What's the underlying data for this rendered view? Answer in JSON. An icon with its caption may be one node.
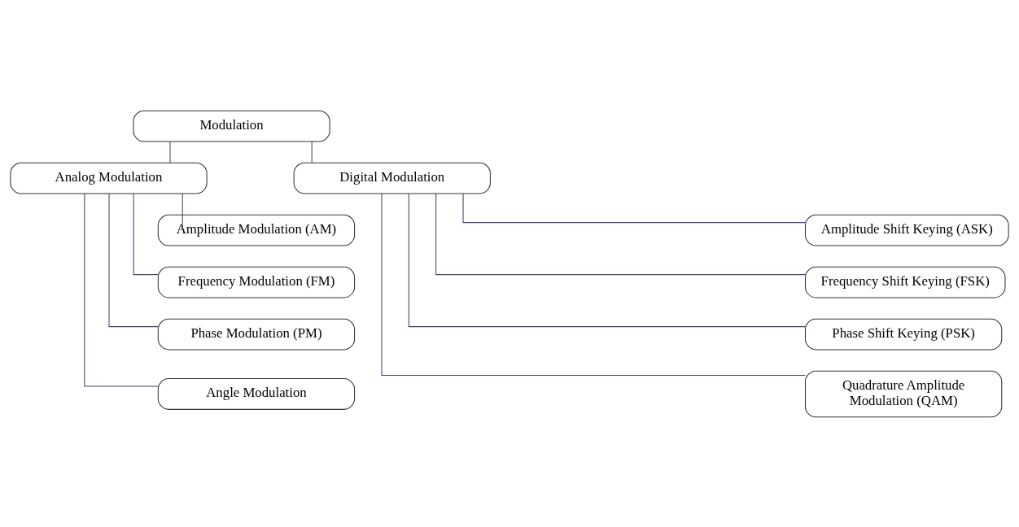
{
  "diagram": {
    "nodes": [
      {
        "text": [
          "Modulation"
        ]
      },
      {
        "text": [
          "Analog Modulation"
        ]
      },
      {
        "text": [
          "Digital Modulation"
        ]
      },
      {
        "text": [
          "Amplitude Modulation (AM)"
        ]
      },
      {
        "text": [
          "Frequency Modulation (FM)"
        ]
      },
      {
        "text": [
          "Phase Modulation (PM)"
        ]
      },
      {
        "text": [
          "Angle Modulation"
        ]
      },
      {
        "text": [
          "Amplitude Shift Keying (ASK)"
        ]
      },
      {
        "text": [
          "Frequency Shift Keying (FSK)"
        ]
      },
      {
        "text": [
          "Phase Shift Keying (PSK)"
        ]
      },
      {
        "text": [
          "Quadrature Amplitude Modulation (QAM)"
        ]
      }
    ],
    "edges": [
      {
        "from": 0,
        "to": 1,
        "arrow": "none"
      },
      {
        "from": 0,
        "to": 2,
        "arrow": "none"
      },
      {
        "from": 1,
        "to": 3,
        "arrow": "none"
      },
      {
        "from": 1,
        "to": 4,
        "arrow": "none"
      },
      {
        "from": 1,
        "to": 5,
        "arrow": "none"
      },
      {
        "from": 1,
        "to": 6,
        "arrow": "none"
      },
      {
        "from": 2,
        "to": 7,
        "arrow": "none"
      },
      {
        "from": 2,
        "to": 8,
        "arrow": "none"
      },
      {
        "from": 2,
        "to": 9,
        "arrow": "none"
      },
      {
        "from": 2,
        "to": 10,
        "arrow": "none"
      }
    ]
  }
}
